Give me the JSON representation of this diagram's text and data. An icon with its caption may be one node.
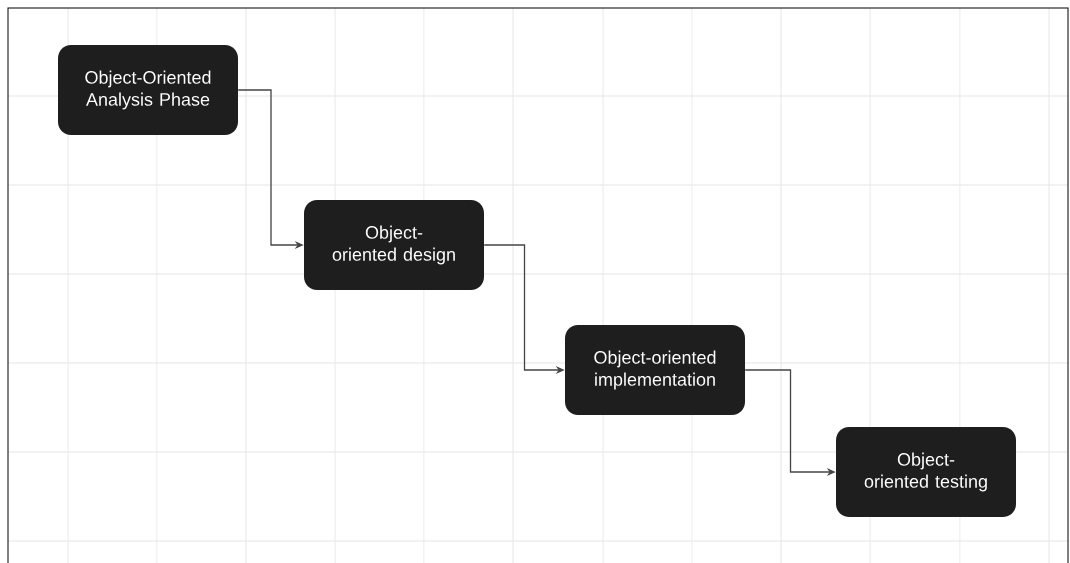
{
  "diagram": {
    "nodes": [
      {
        "text": [
          "Object-Oriented Analysis Phase"
        ]
      },
      {
        "text": [
          "Object-oriented design"
        ]
      },
      {
        "text": [
          "Object-oriented implementation"
        ]
      },
      {
        "text": [
          "Object-oriented testing"
        ]
      }
    ],
    "edges": [
      {
        "from": 0,
        "to": 1,
        "arrow": "to"
      },
      {
        "from": 1,
        "to": 2,
        "arrow": "to"
      },
      {
        "from": 2,
        "to": 3,
        "arrow": "to"
      }
    ]
  }
}
